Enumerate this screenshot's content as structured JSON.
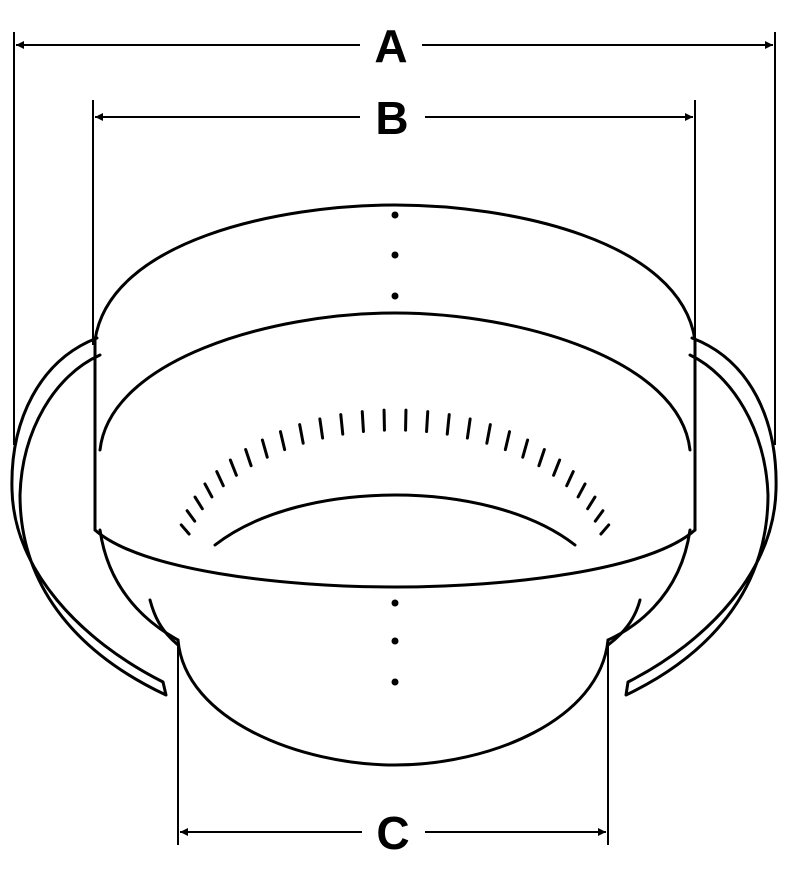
{
  "diagram": {
    "dimensions": {
      "a": {
        "label": "A"
      },
      "b": {
        "label": "B"
      },
      "c": {
        "label": "C"
      }
    },
    "colors": {
      "line": "#000000",
      "background": "#ffffff"
    }
  }
}
